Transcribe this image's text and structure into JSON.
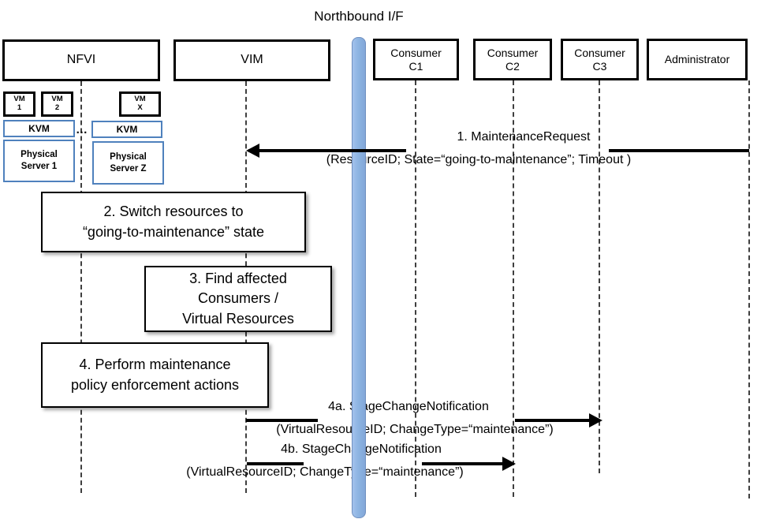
{
  "title": "Northbound I/F",
  "actors": {
    "nfvi": {
      "label": "NFVI"
    },
    "vim": {
      "label": "VIM"
    },
    "c1": {
      "line1": "Consumer",
      "line2": "C1"
    },
    "c2": {
      "line1": "Consumer",
      "line2": "C2"
    },
    "c3": {
      "line1": "Consumer",
      "line2": "C3"
    },
    "admin": {
      "label": "Administrator"
    }
  },
  "nfvi_detail": {
    "vm1": {
      "line1": "VM",
      "line2": "1"
    },
    "vm2": {
      "line1": "VM",
      "line2": "2"
    },
    "vmx": {
      "line1": "VM",
      "line2": "X"
    },
    "kvm1": {
      "label": "KVM"
    },
    "kvm2": {
      "label": "KVM"
    },
    "dots": "…",
    "ps1": {
      "line1": "Physical",
      "line2": "Server 1"
    },
    "psz": {
      "line1": "Physical",
      "line2": "Server Z"
    }
  },
  "activities": {
    "step2": {
      "line1": "2. Switch resources to",
      "line2": "“going-to-maintenance” state"
    },
    "step3": {
      "line1": "3. Find affected",
      "line2": "Consumers /",
      "line3": "Virtual Resources"
    },
    "step4": {
      "line1": "4. Perform maintenance",
      "line2": "policy enforcement actions"
    }
  },
  "messages": {
    "m1": {
      "name": "1.   MaintenanceRequest",
      "params": "(ResourceID; State=“going-to-maintenance”; Timeout )"
    },
    "m4a": {
      "name": "4a. StageChangeNotification",
      "params": "(VirtualResourceID; ChangeType=“maintenance”)"
    },
    "m4b": {
      "name": "4b. StageChangeNotification",
      "params": "(VirtualResourceID; ChangeType=“maintenance”)"
    }
  },
  "colors": {
    "northbound_bar_fill": "#8DB4E2",
    "northbound_bar_border": "#7090C0",
    "infra_box_border": "#4F81BD",
    "line_color": "#000000",
    "lifeline_color": "#3F3F3F"
  }
}
